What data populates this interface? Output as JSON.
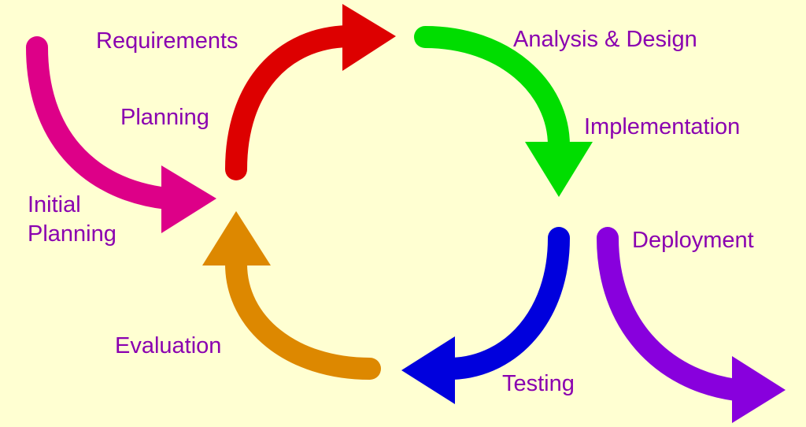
{
  "title": "Iterative development cycle",
  "colors": {
    "background": "#FFFFD2",
    "text": "#8A00B0",
    "initial_planning": "#DD0088",
    "planning": "#DD0000",
    "analysis_design": "#00DD00",
    "implementation_testing": "#0000DD",
    "evaluation": "#DD8800",
    "deployment": "#8800DD"
  },
  "labels": {
    "requirements": "Requirements",
    "planning": "Planning",
    "analysis_design": "Analysis & Design",
    "implementation": "Implementation",
    "initial": "Initial",
    "initial_planning": "Planning",
    "deployment": "Deployment",
    "evaluation": "Evaluation",
    "testing": "Testing"
  }
}
